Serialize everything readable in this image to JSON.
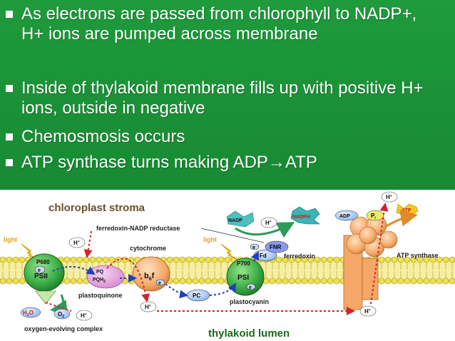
{
  "bullets": [
    "As electrons are passed from chlorophyll to NADP+, H+ ions are pumped across membrane",
    "Inside of thylakoid membrane fills up with positive H+ ions, outside in negative",
    "Chemosmosis occurs",
    "ATP synthase turns making ADP→ATP"
  ],
  "diagram": {
    "chloroplast_stroma": "chloroplast stroma",
    "thylakoid_lumen": "thylakoid lumen",
    "ferredoxin_nadp_reductase": "ferredoxin-NADP reductase",
    "cytochrome": "cytochrome",
    "light_left": "light",
    "light_right": "light",
    "p680": "P680",
    "psii": "PSII",
    "pq": "PQ",
    "pqh2": "PQH",
    "pqh2_sub": "2",
    "plastoquinone": "plastoquinone",
    "bsf": "b",
    "bsf_sub": "6",
    "bsf_f": "f",
    "pc": "PC",
    "plastocyanin": "plastocyanin",
    "p700": "P700",
    "psi": "PSI",
    "fd": "Fd",
    "ferredoxin": "ferredoxin",
    "fnr": "FNR",
    "nadp": "NADP",
    "nadph": "NADPH",
    "adp": "ADP",
    "pi": "P",
    "pi_sub": "i",
    "atp": "ATP",
    "atp_synthase": "ATP synthase",
    "h2o": "H",
    "h2o_sub": "2",
    "h2o_end": "O",
    "o2": "O",
    "o2_sub": "2",
    "hplus": "H",
    "hplus_sup": "+",
    "electron": "e",
    "electron_sup": "-",
    "oxygen_evolving_complex": "oxygen-evolving complex"
  },
  "colors": {
    "slide_green": "#1f9a3c",
    "stroma_label": "#6b4e2a",
    "lumen_label": "#1a6a1a",
    "psii_green": "#3fb24a",
    "membrane_yellow": "#f1e24a",
    "synthase_orange": "#f4a766",
    "hplus_path": "#d2222a",
    "electron_path": "#1f3fbf"
  }
}
